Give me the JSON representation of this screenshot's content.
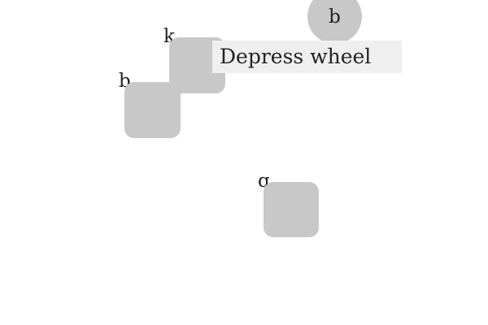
{
  "colors": {
    "key_fill": "#c8c8c8",
    "tooltip_fill": "#efefef",
    "text": "#222222",
    "background": "#ffffff"
  },
  "round_button": {
    "label": "b"
  },
  "keys": [
    {
      "label": "k"
    },
    {
      "label": "b"
    },
    {
      "label": "q"
    }
  ],
  "tooltip": {
    "text": "Depress wheel"
  }
}
